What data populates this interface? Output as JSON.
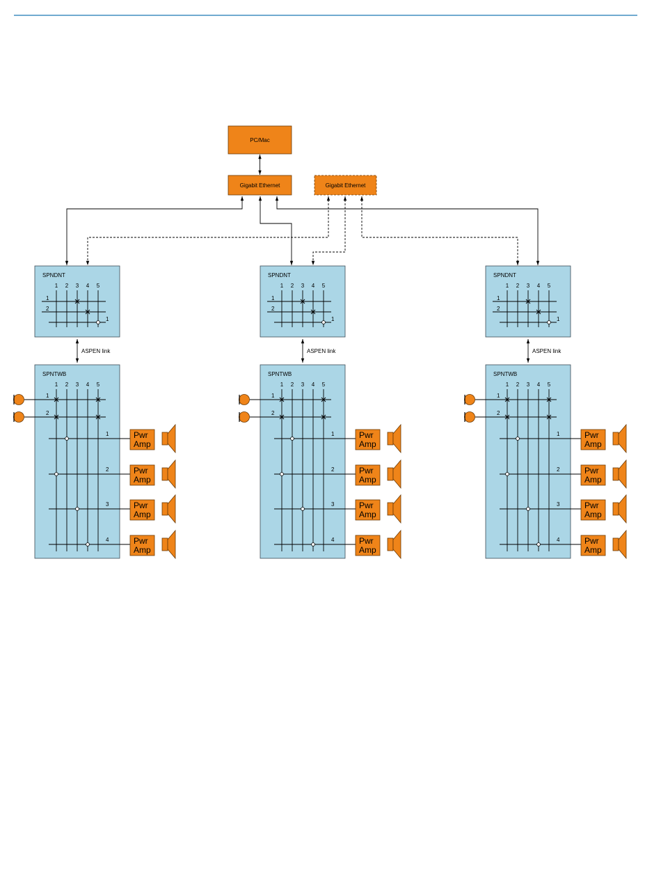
{
  "colors": {
    "header_rule": "#1a78b4",
    "device_fill": "#abd6e6",
    "accent_fill": "#ef8419",
    "line": "#000000"
  },
  "network": {
    "pc": "PC/Mac",
    "switch_primary": "Gigabit Ethernet",
    "switch_secondary": "Gigabit Ethernet"
  },
  "link_label": "ASPEN link",
  "columns": [
    {
      "control": {
        "label": "SPNDNT",
        "col_numbers": [
          "1",
          "2",
          "3",
          "4",
          "5"
        ],
        "row_numbers": [
          "1",
          "2"
        ],
        "output_number": "1"
      },
      "router": {
        "label": "SPNTWB",
        "col_numbers": [
          "1",
          "2",
          "3",
          "4",
          "5"
        ],
        "input_numbers": [
          "1",
          "2"
        ],
        "output_numbers": [
          "1",
          "2",
          "3",
          "4"
        ],
        "amp_label": [
          "Pwr",
          "Amp"
        ]
      }
    },
    {
      "control": {
        "label": "SPNDNT",
        "col_numbers": [
          "1",
          "2",
          "3",
          "4",
          "5"
        ],
        "row_numbers": [
          "1",
          "2"
        ],
        "output_number": "1"
      },
      "router": {
        "label": "SPNTWB",
        "col_numbers": [
          "1",
          "2",
          "3",
          "4",
          "5"
        ],
        "input_numbers": [
          "1",
          "2"
        ],
        "output_numbers": [
          "1",
          "2",
          "3",
          "4"
        ],
        "amp_label": [
          "Pwr",
          "Amp"
        ]
      }
    },
    {
      "control": {
        "label": "SPNDNT",
        "col_numbers": [
          "1",
          "2",
          "3",
          "4",
          "5"
        ],
        "row_numbers": [
          "1",
          "2"
        ],
        "output_number": "1"
      },
      "router": {
        "label": "SPNTWB",
        "col_numbers": [
          "1",
          "2",
          "3",
          "4",
          "5"
        ],
        "input_numbers": [
          "1",
          "2"
        ],
        "output_numbers": [
          "1",
          "2",
          "3",
          "4"
        ],
        "amp_label": [
          "Pwr",
          "Amp"
        ]
      }
    }
  ],
  "icons": {
    "mic": "microphone-icon",
    "speaker": "speaker-icon",
    "crosspoint": "crosspoint-marker-icon",
    "junction": "junction-dot-icon",
    "arrow": "arrowhead-icon"
  }
}
